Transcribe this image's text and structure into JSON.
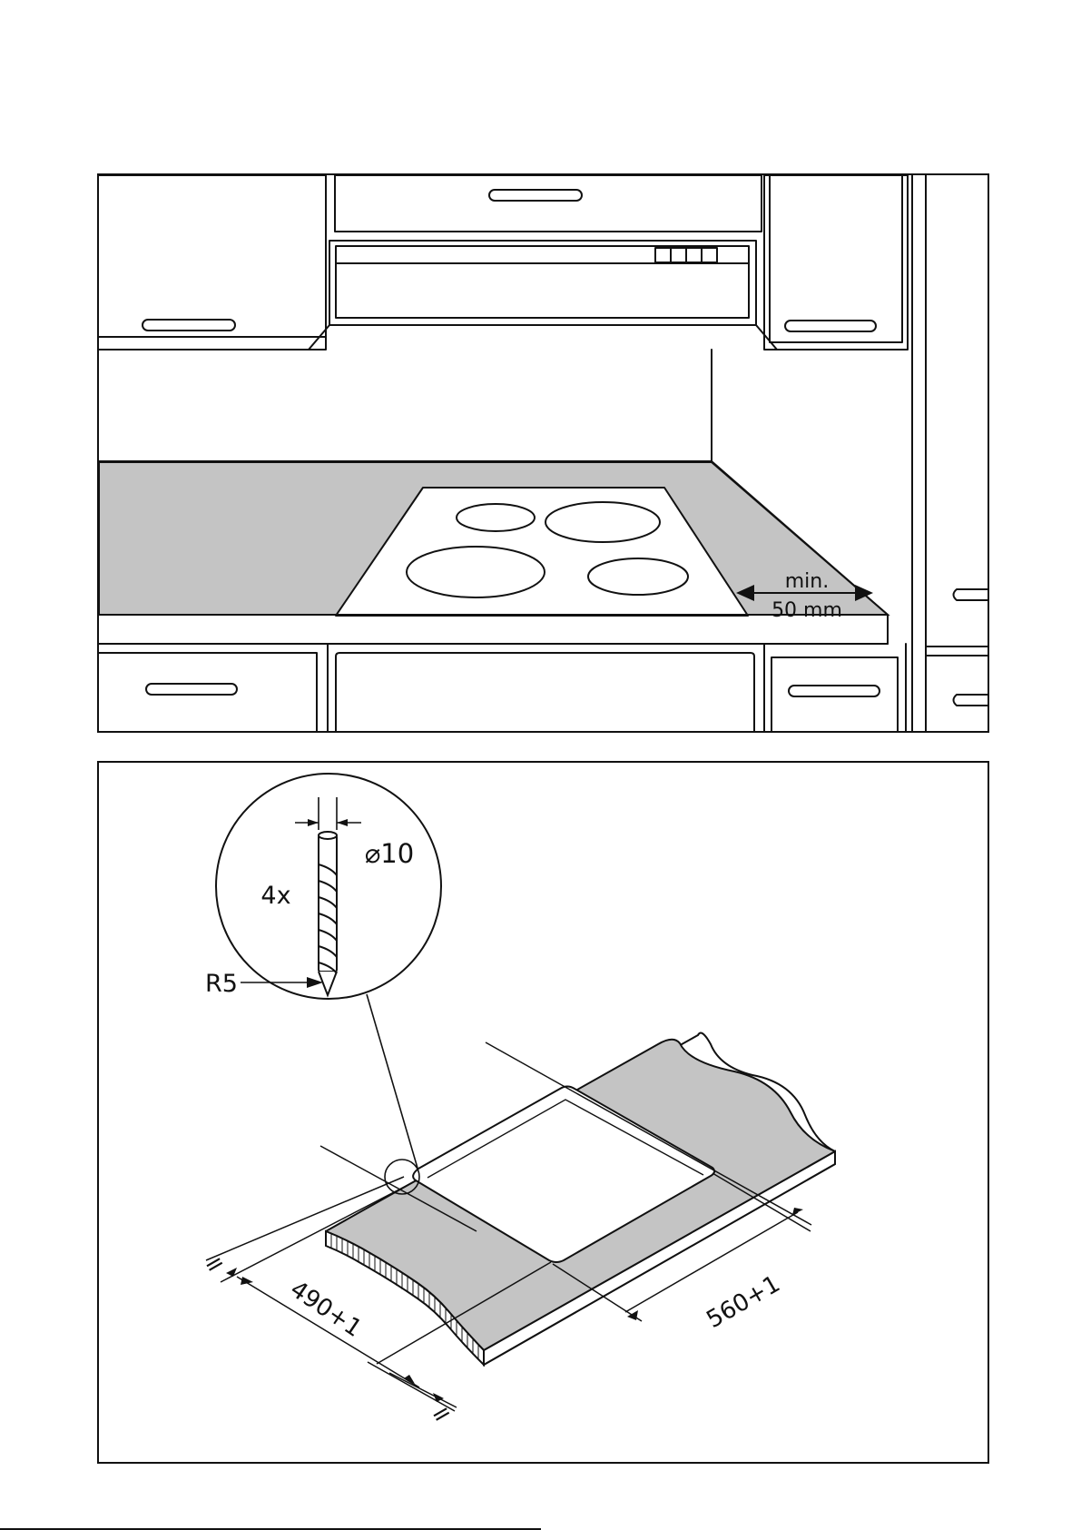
{
  "kitchen_diagram": {
    "clearance_label_line1": "min.",
    "clearance_label_line2": "50 mm"
  },
  "cutout_diagram": {
    "hole_diameter_label": "⌀10",
    "hole_count_label": "4x",
    "corner_radius_label": "R5",
    "depth_label": "490+1",
    "width_label": "560+1",
    "equal_label": "="
  },
  "colors": {
    "line": "#111111",
    "countertop_fill": "#c4c4c4",
    "background": "#ffffff"
  }
}
